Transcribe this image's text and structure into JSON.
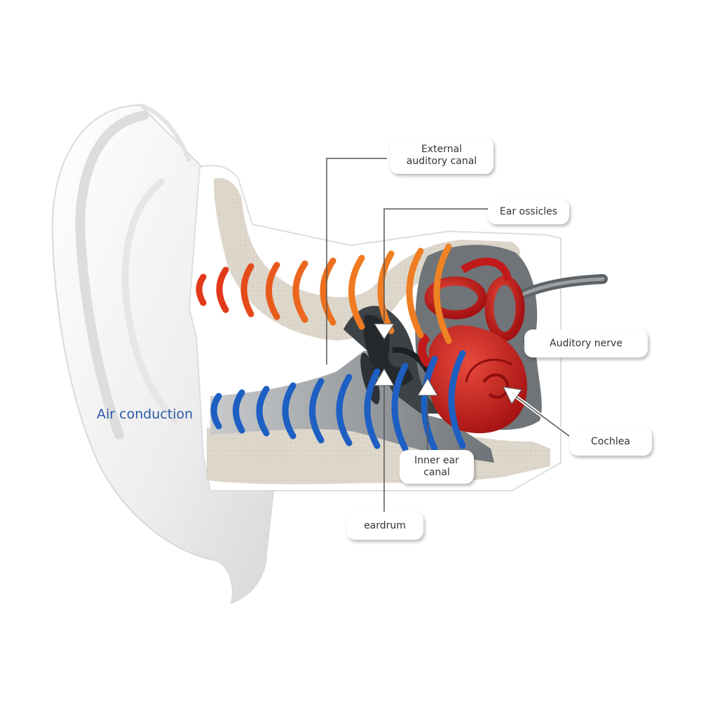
{
  "diagram": {
    "air_conduction_label": "Air conduction",
    "callouts": {
      "external_canal": [
        "External",
        "auditory canal"
      ],
      "ear_ossicles": "Ear ossicles",
      "auditory_nerve": "Auditory nerve",
      "cochlea": "Cochlea",
      "inner_ear_canal": [
        "Inner ear",
        "canal"
      ],
      "eardrum": "eardrum"
    },
    "colors": {
      "air_conduction_text": "#2a58a8",
      "outer_wave_red": "#e2391b",
      "outer_wave_orange": "#ef7d22",
      "canal_wave_blue": "#1d5fc2",
      "bone_tissue": "#ddd6ca",
      "cochlea_red": "#c81d1d",
      "canal_gray": "#8b8f93"
    }
  }
}
